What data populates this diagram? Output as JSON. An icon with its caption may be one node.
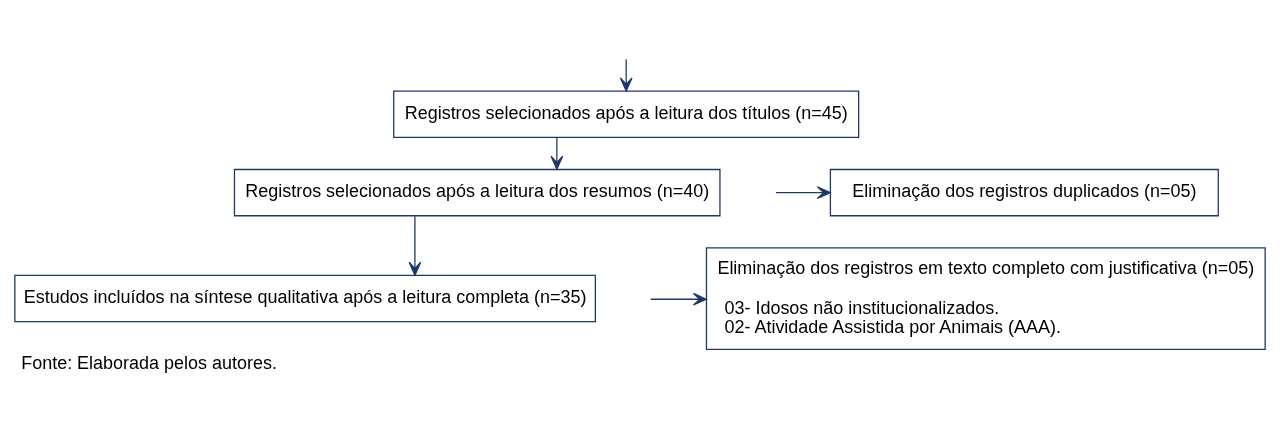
{
  "diagram": {
    "caption": "Fonte: Elaborada pelos autores.",
    "nodes": [
      {
        "text": [
          "Registros selecionados após a leitura dos títulos (n=45)"
        ]
      },
      {
        "text": [
          "Registros selecionados após a leitura dos resumos (n=40)"
        ]
      },
      {
        "text": [
          "Estudos incluídos na síntese qualitativa após a leitura completa (n=35)"
        ]
      },
      {
        "text": [
          "Eliminação dos registros duplicados (n=05)"
        ]
      },
      {
        "text": [
          "Eliminação dos registros em texto completo com justificativa (n=05)",
          "03- Idosos não institucionalizados.",
          "02- Atividade Assistida por Animais (AAA)."
        ]
      }
    ],
    "edges": [
      {
        "from": null,
        "to": 0,
        "arrow": "to"
      },
      {
        "from": 0,
        "to": 1,
        "arrow": "to"
      },
      {
        "from": 1,
        "to": 2,
        "arrow": "to"
      },
      {
        "from": null,
        "to": 3,
        "arrow": "to"
      },
      {
        "from": null,
        "to": 4,
        "arrow": "to"
      }
    ]
  }
}
